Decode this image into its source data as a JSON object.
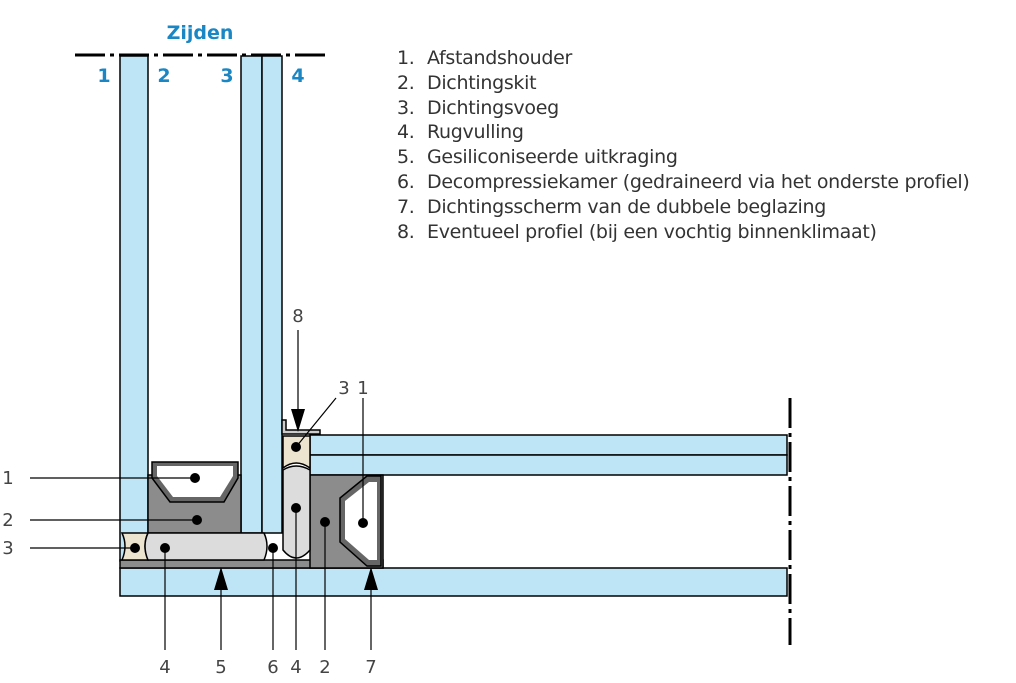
{
  "title": "Zijden",
  "side_labels": [
    "1",
    "2",
    "3",
    "4"
  ],
  "legend": [
    {
      "n": "1.",
      "text": "Afstandshouder"
    },
    {
      "n": "2.",
      "text": "Dichtingskit"
    },
    {
      "n": "3.",
      "text": "Dichtingsvoeg"
    },
    {
      "n": "4.",
      "text": "Rugvulling"
    },
    {
      "n": "5.",
      "text": "Gesiliconiseerde uitkraging"
    },
    {
      "n": "6.",
      "text": "Decompressiekamer (gedraineerd via het onderste profiel)"
    },
    {
      "n": "7.",
      "text": "Dichtingsscherm van de dubbele beglazing"
    },
    {
      "n": "8.",
      "text": "Eventueel profiel (bij een vochtig binnenklimaat)"
    }
  ],
  "callouts": {
    "left": [
      "1",
      "2",
      "3"
    ],
    "bottom": [
      "4",
      "5",
      "6",
      "4",
      "2",
      "7"
    ],
    "top": [
      "8",
      "3",
      "1"
    ]
  },
  "colors": {
    "glass": "#bde5f6",
    "sealant": "#8c8c8c",
    "rod": "#dcdcdc",
    "tan": "#ede4d0",
    "title": "#1a86c4"
  }
}
